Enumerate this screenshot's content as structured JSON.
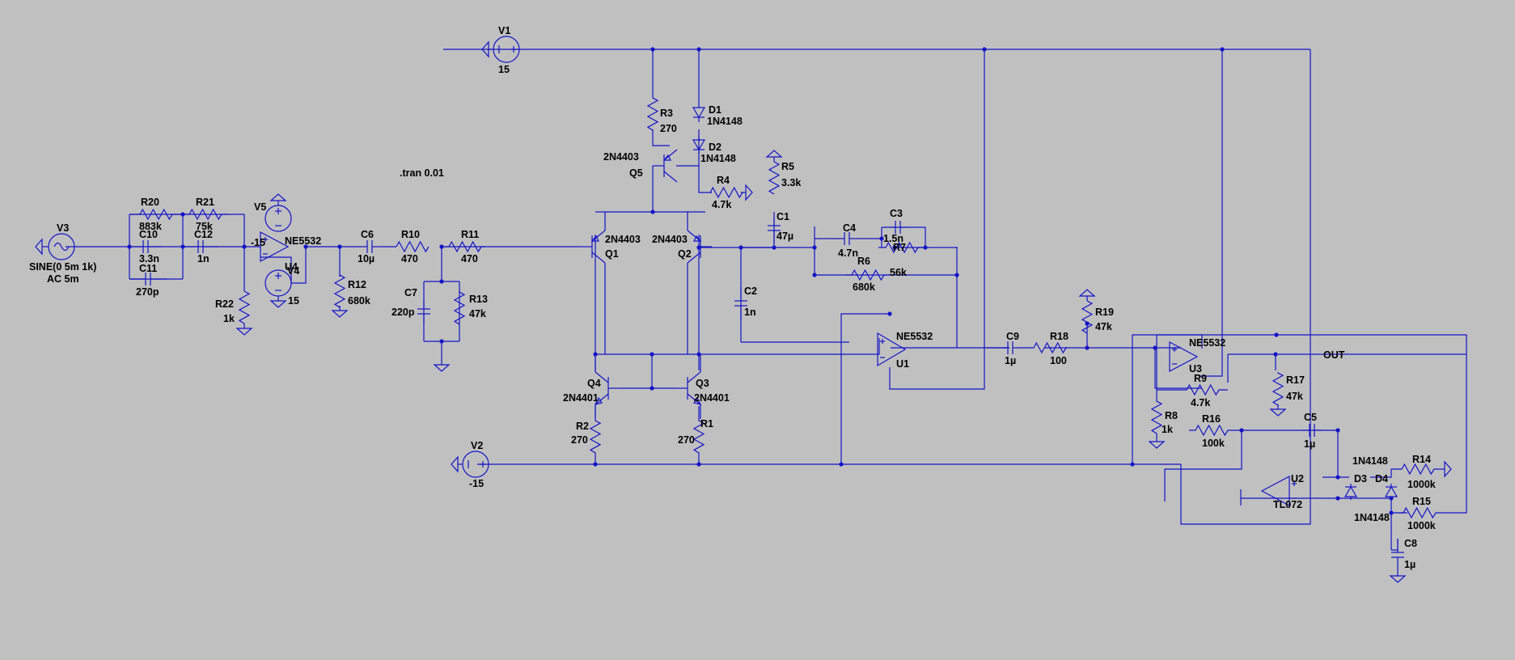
{
  "colors": {
    "background": "#c0c0c0",
    "wire": "#1414c8",
    "text": "#000000"
  },
  "sources": [
    {
      "ref": "V1",
      "value": "15"
    },
    {
      "ref": "V2",
      "value": "-15"
    },
    {
      "ref": "V3",
      "value": "SINE(0 5m 1k)",
      "value2": "AC 5m"
    },
    {
      "ref": "V4",
      "value": "15"
    },
    {
      "ref": "V5",
      "value": "-15"
    }
  ],
  "resistors": [
    {
      "ref": "R1",
      "value": "270"
    },
    {
      "ref": "R2",
      "value": "270"
    },
    {
      "ref": "R3",
      "value": "270"
    },
    {
      "ref": "R4",
      "value": "4.7k"
    },
    {
      "ref": "R5",
      "value": "3.3k"
    },
    {
      "ref": "R6",
      "value": "680k"
    },
    {
      "ref": "R7",
      "value": "56k"
    },
    {
      "ref": "R8",
      "value": "1k"
    },
    {
      "ref": "R9",
      "value": "4.7k"
    },
    {
      "ref": "R10",
      "value": "470"
    },
    {
      "ref": "R11",
      "value": "470"
    },
    {
      "ref": "R12",
      "value": "680k"
    },
    {
      "ref": "R13",
      "value": "47k"
    },
    {
      "ref": "R14",
      "value": "1000k"
    },
    {
      "ref": "R15",
      "value": "1000k"
    },
    {
      "ref": "R16",
      "value": "100k"
    },
    {
      "ref": "R17",
      "value": "47k"
    },
    {
      "ref": "R18",
      "value": "100"
    },
    {
      "ref": "R19",
      "value": "47k"
    },
    {
      "ref": "R20",
      "value": "883k"
    },
    {
      "ref": "R21",
      "value": "75k"
    },
    {
      "ref": "R22",
      "value": "1k"
    }
  ],
  "capacitors": [
    {
      "ref": "C1",
      "value": "47µ"
    },
    {
      "ref": "C2",
      "value": "1n"
    },
    {
      "ref": "C3",
      "value": "1.5n"
    },
    {
      "ref": "C4",
      "value": "4.7n"
    },
    {
      "ref": "C5",
      "value": "1µ"
    },
    {
      "ref": "C6",
      "value": "10µ"
    },
    {
      "ref": "C7",
      "value": "220p"
    },
    {
      "ref": "C8",
      "value": "1µ"
    },
    {
      "ref": "C9",
      "value": "1µ"
    },
    {
      "ref": "C10",
      "value": "3.3n"
    },
    {
      "ref": "C11",
      "value": "270p"
    },
    {
      "ref": "C12",
      "value": "1n"
    }
  ],
  "transistors": [
    {
      "ref": "Q1",
      "model": "2N4403"
    },
    {
      "ref": "Q2",
      "model": "2N4403"
    },
    {
      "ref": "Q3",
      "model": "2N4401"
    },
    {
      "ref": "Q4",
      "model": "2N4401"
    },
    {
      "ref": "Q5",
      "model": "2N4403"
    }
  ],
  "diodes": [
    {
      "ref": "D1",
      "model": "1N4148"
    },
    {
      "ref": "D2",
      "model": "1N4148"
    },
    {
      "ref": "D3",
      "model": "1N4148"
    },
    {
      "ref": "D4",
      "model": "1N4148"
    }
  ],
  "opamps": [
    {
      "ref": "U1",
      "model": "NE5532"
    },
    {
      "ref": "U2",
      "model": "TL072"
    },
    {
      "ref": "U3",
      "model": "NE5532"
    },
    {
      "ref": "U4",
      "model": "NE5532"
    }
  ],
  "directive": ".tran 0.01",
  "net_label": "OUT"
}
